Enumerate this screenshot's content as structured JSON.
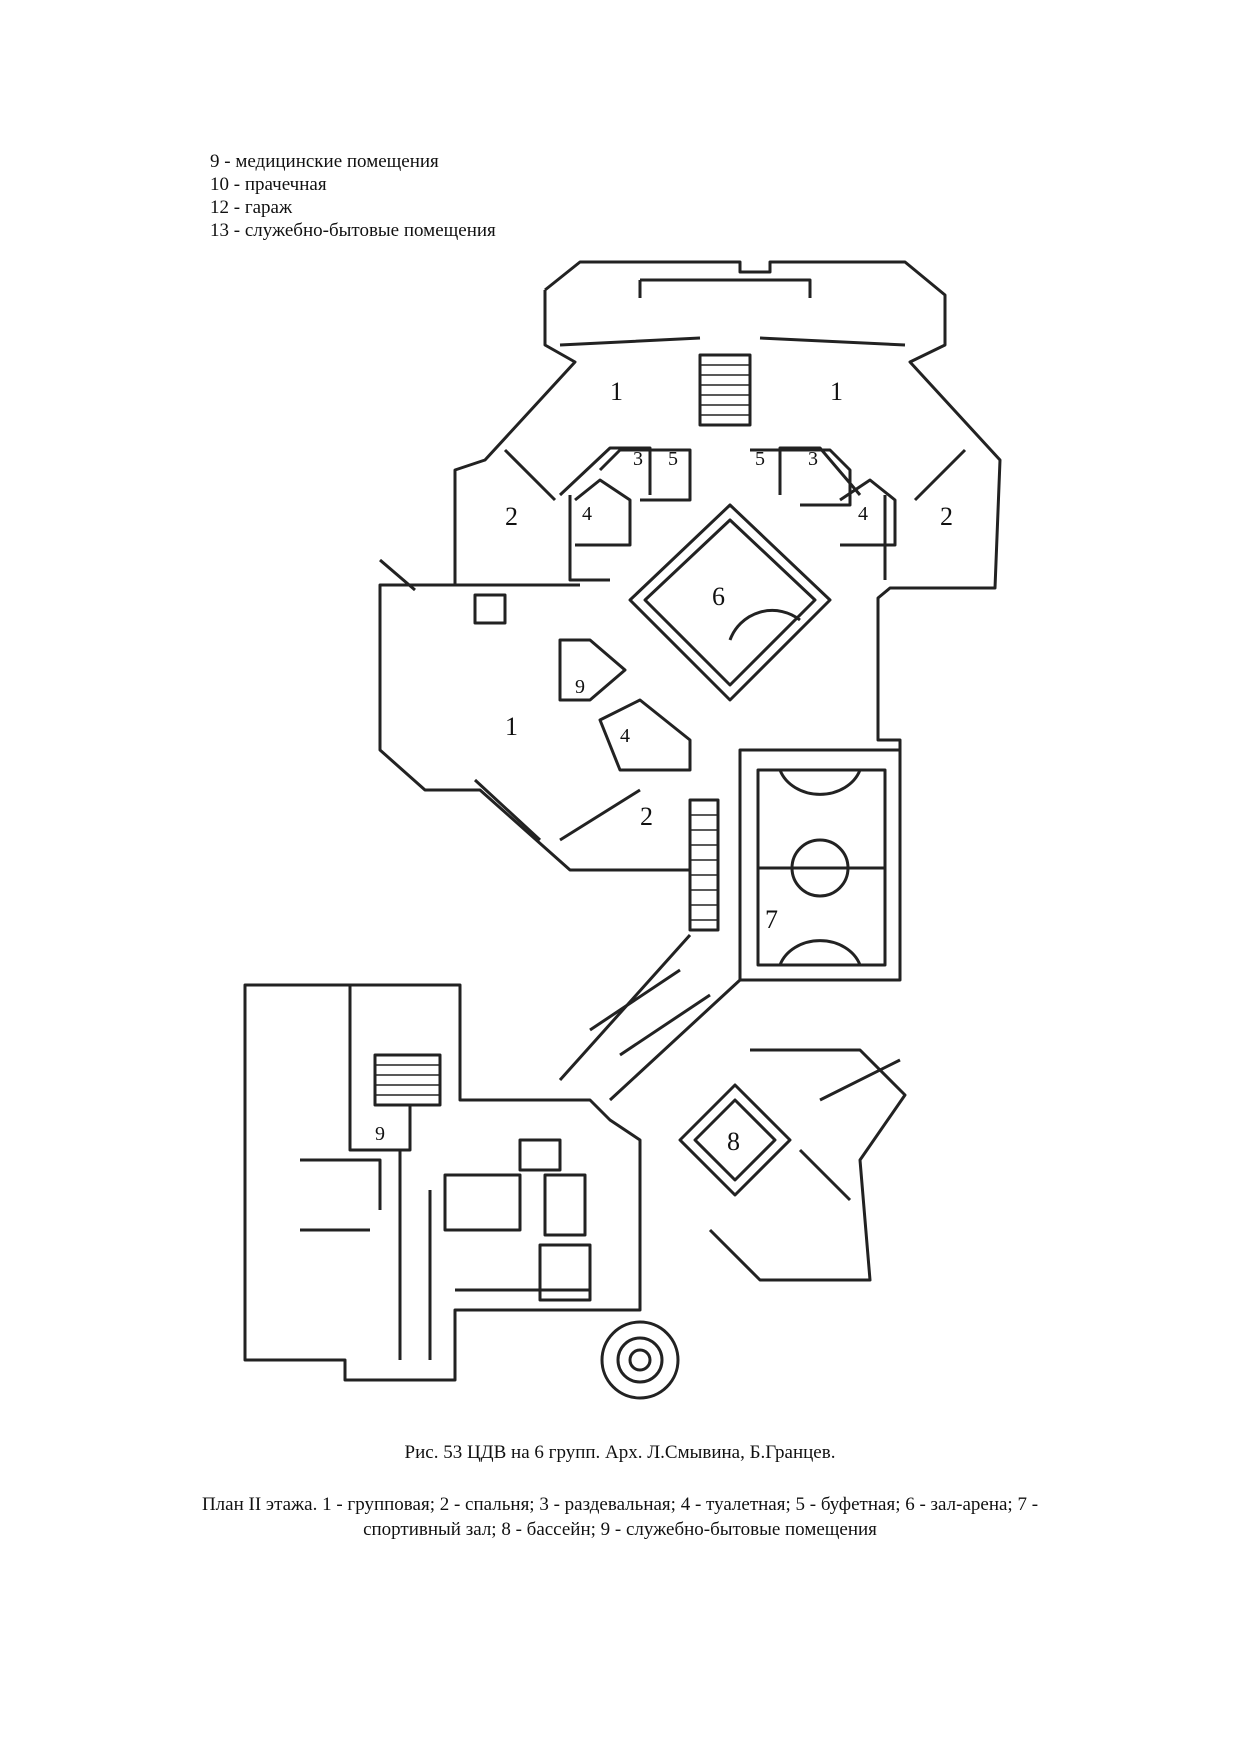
{
  "legend_top": [
    "9 - медицинские помещения",
    "10 - прачечная",
    "12 - гараж",
    "13 - служебно-бытовые помещения"
  ],
  "plan_labels": {
    "r1a": "1",
    "r1b": "1",
    "r1c": "1",
    "r2a": "2",
    "r2b": "2",
    "r2c": "2",
    "r3a": "3",
    "r3b": "3",
    "r4a": "4",
    "r4b": "4",
    "r4c": "4",
    "r5a": "5",
    "r5b": "5",
    "r6": "6",
    "r7": "7",
    "r8": "8",
    "r9a": "9",
    "r9b": "9"
  },
  "caption": {
    "title": "Рис. 53 ЦДВ на 6 групп. Арх. Л.Смывина, Б.Гранцев.",
    "body": "План II этажа. 1 - групповая; 2 - спальня; 3 - раздевальная; 4 - туалетная; 5 - буфетная; 6 - зал-арена; 7 - спортивный зал; 8 - бассейн; 9 - служебно-бытовые помещения"
  }
}
